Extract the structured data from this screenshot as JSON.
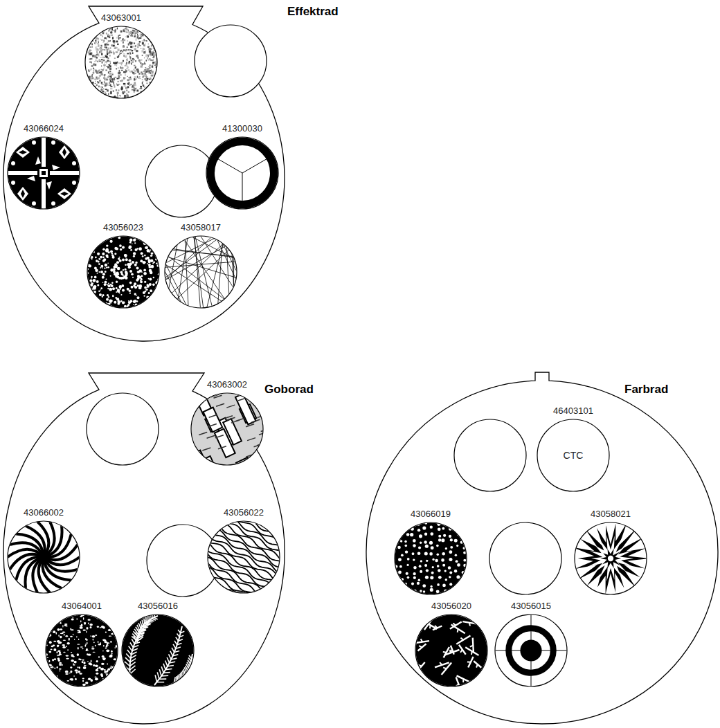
{
  "diagram": {
    "nodes": [
      {
        "text": [
          "Effektrad"
        ]
      },
      {
        "text": [
          "43063001"
        ],
        "in": 0
      },
      {
        "text": [
          "43066024"
        ],
        "in": 0
      },
      {
        "text": [
          "41300030"
        ],
        "in": 0
      },
      {
        "text": [
          "43056023"
        ],
        "in": 0
      },
      {
        "text": [
          "43058017"
        ],
        "in": 0
      },
      {
        "text": [
          "Goborad"
        ]
      },
      {
        "text": [
          "43063002"
        ],
        "in": 6
      },
      {
        "text": [
          "43066002"
        ],
        "in": 6
      },
      {
        "text": [
          "43056022"
        ],
        "in": 6
      },
      {
        "text": [
          "43064001"
        ],
        "in": 6
      },
      {
        "text": [
          "43056016"
        ],
        "in": 6
      },
      {
        "text": [
          "Farbrad"
        ]
      },
      {
        "text": [
          "46403101",
          "CTC"
        ],
        "in": 12
      },
      {
        "text": [
          "43066019"
        ],
        "in": 12
      },
      {
        "text": [
          "43058021"
        ],
        "in": 12
      },
      {
        "text": [
          "43056020"
        ],
        "in": 12
      },
      {
        "text": [
          "43056015"
        ],
        "in": 12
      }
    ]
  }
}
